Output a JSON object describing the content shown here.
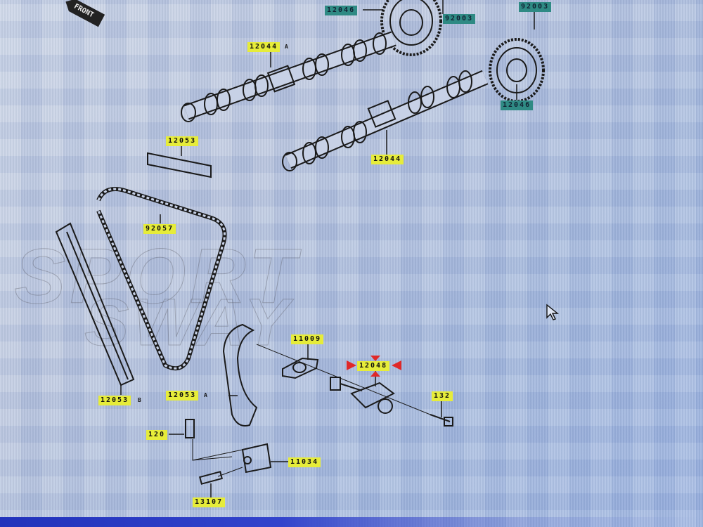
{
  "diagram": {
    "front_marker": "FRONT",
    "watermark_lines": [
      "SPORT",
      "SWAY"
    ],
    "labels": [
      {
        "id": "sprocket-upper",
        "text": "12046",
        "style": "teal"
      },
      {
        "id": "bolt-upper",
        "text": "92003",
        "style": "teal"
      },
      {
        "id": "bolt-right",
        "text": "92003",
        "style": "teal"
      },
      {
        "id": "sprocket-right",
        "text": "12046",
        "style": "teal"
      },
      {
        "id": "camshaft-exhaust",
        "text": "12044",
        "suffix": "A",
        "style": "yellow"
      },
      {
        "id": "camshaft-intake",
        "text": "12044",
        "style": "yellow"
      },
      {
        "id": "guide-top",
        "text": "12053",
        "style": "yellow"
      },
      {
        "id": "chain",
        "text": "92057",
        "style": "yellow"
      },
      {
        "id": "gasket",
        "text": "11009",
        "style": "yellow"
      },
      {
        "id": "tensioner",
        "text": "12048",
        "style": "yellow",
        "highlighted": true
      },
      {
        "id": "guide-left",
        "text": "12053",
        "suffix": "B",
        "style": "yellow"
      },
      {
        "id": "guide-right",
        "text": "12053",
        "suffix": "A",
        "style": "yellow"
      },
      {
        "id": "bolt-tensioner",
        "text": "132",
        "style": "yellow"
      },
      {
        "id": "bolt-bracket",
        "text": "120",
        "style": "yellow"
      },
      {
        "id": "bracket",
        "text": "11034",
        "style": "yellow"
      },
      {
        "id": "pin",
        "text": "13107",
        "style": "yellow"
      }
    ],
    "colors": {
      "label_yellow": "#e6ec3a",
      "label_teal": "#2f8a84",
      "highlight_red": "#e02828",
      "line": "#1a1a1a"
    }
  }
}
